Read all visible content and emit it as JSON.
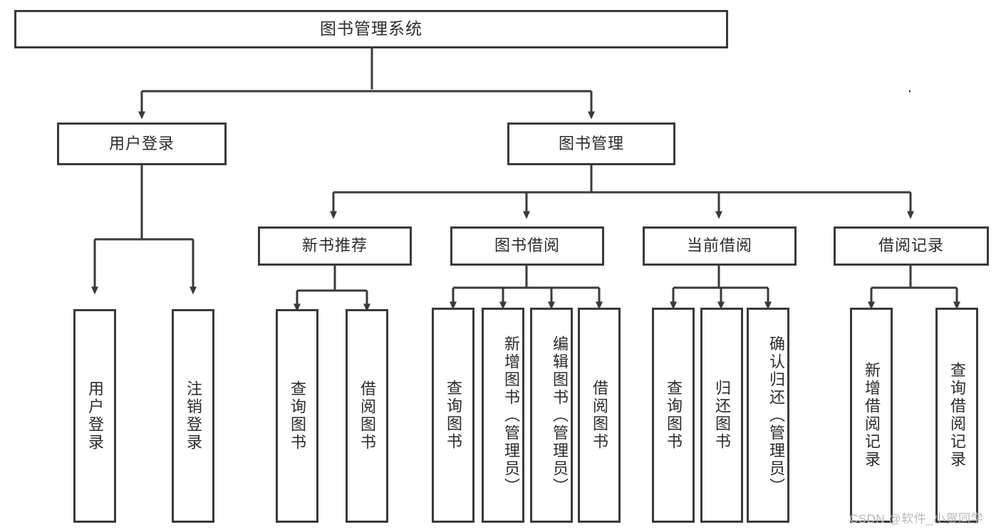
{
  "diagram": {
    "title": "图书管理系统",
    "watermark": "CSDN @软件_小贺同学",
    "line_color": "#3a3a3a",
    "text_color": "#2b2b2b",
    "background": "#ffffff",
    "type": "tree-hierarchy-diagram"
  },
  "nodes": {
    "root": {
      "label": "图书管理系统"
    },
    "level1": [
      {
        "label": "用户登录"
      },
      {
        "label": "图书管理"
      }
    ],
    "level2": [
      {
        "label": "新书推荐"
      },
      {
        "label": "图书借阅"
      },
      {
        "label": "当前借阅"
      },
      {
        "label": "借阅记录"
      }
    ],
    "leaves_user_login": [
      {
        "label": "用户登录"
      },
      {
        "label": "注销登录"
      }
    ],
    "leaves_new_book": [
      {
        "label": "查询图书"
      },
      {
        "label": "借阅图书"
      }
    ],
    "leaves_borrow": [
      {
        "label": "查询图书"
      },
      {
        "label": "新增图书（管理员）"
      },
      {
        "label": "编辑图书（管理员）"
      },
      {
        "label": "借阅图书"
      }
    ],
    "leaves_current": [
      {
        "label": "查询图书"
      },
      {
        "label": "归还图书"
      },
      {
        "label": "确认归还（管理员）"
      }
    ],
    "leaves_records": [
      {
        "label": "新增借阅记录"
      },
      {
        "label": "查询借阅记录"
      }
    ]
  }
}
